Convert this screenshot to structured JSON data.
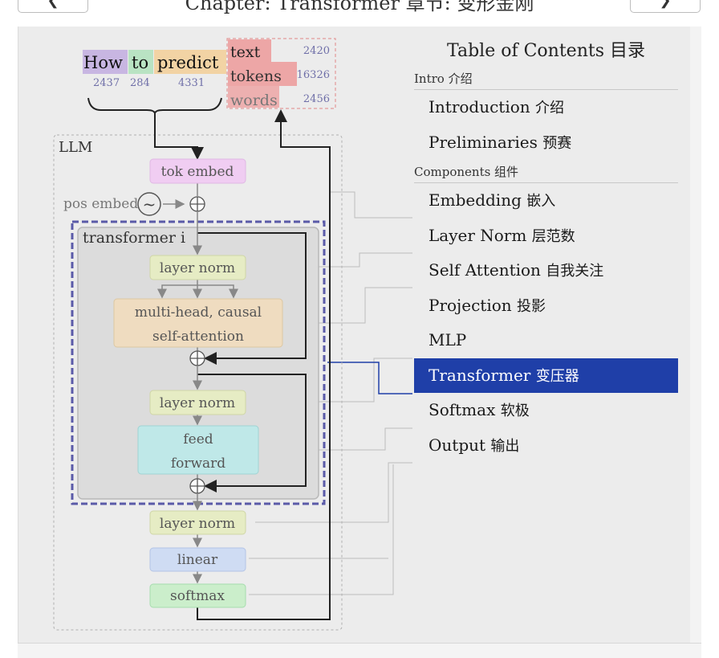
{
  "header": {
    "prev_icon": "❮",
    "next_icon": "❯",
    "chapter_title": "Chapter: Transformer 章节: 变形金刚"
  },
  "diagram": {
    "input_words": [
      {
        "word": "How",
        "token_id": "2437",
        "color": "#c8b6e2"
      },
      {
        "word": "to",
        "token_id": "284",
        "color": "#b9e3c3"
      },
      {
        "word": "predict",
        "token_id": "4331",
        "color": "#f2d3a4"
      }
    ],
    "output_labels": [
      {
        "label": "text",
        "count": "2420"
      },
      {
        "label": "tokens",
        "count": "16326"
      },
      {
        "label": "words",
        "count": "2456"
      }
    ],
    "llm_label": "LLM",
    "tok_embed": "tok embed",
    "pos_embed": "pos embed",
    "pos_symbol": "~",
    "plus_symbol": "+",
    "transformer_block_label": "transformer i",
    "layer_norm": "layer norm",
    "attention_line1": "multi-head, causal",
    "attention_line2": "self-attention",
    "ffn_line1": "feed",
    "ffn_line2": "forward",
    "linear": "linear",
    "softmax": "softmax",
    "colors": {
      "tok_embed": "#f0cdf2",
      "layer_norm": "#e6ecc4",
      "attention": "#efdcc0",
      "ffn": "#bfe8e8",
      "linear": "#cfdcf3",
      "softmax": "#cbeecb",
      "output": "#eda6a6",
      "highlight": "#1f3fa8"
    }
  },
  "toc": {
    "title": "Table of Contents 目录",
    "sections": [
      {
        "label": "Intro 介绍",
        "items": [
          {
            "en": "Introduction",
            "zh": "介绍",
            "active": false
          },
          {
            "en": "Preliminaries",
            "zh": "预赛",
            "active": false
          }
        ]
      },
      {
        "label": "Components 组件",
        "items": [
          {
            "en": "Embedding",
            "zh": "嵌入",
            "active": false
          },
          {
            "en": "Layer Norm",
            "zh": "层范数",
            "active": false
          },
          {
            "en": "Self Attention",
            "zh": "自我关注",
            "active": false
          },
          {
            "en": "Projection",
            "zh": "投影",
            "active": false
          },
          {
            "en": "MLP",
            "zh": "",
            "active": false
          },
          {
            "en": "Transformer",
            "zh": "变压器",
            "active": true
          },
          {
            "en": "Softmax",
            "zh": "软极",
            "active": false
          },
          {
            "en": "Output",
            "zh": "输出",
            "active": false
          }
        ]
      }
    ]
  }
}
